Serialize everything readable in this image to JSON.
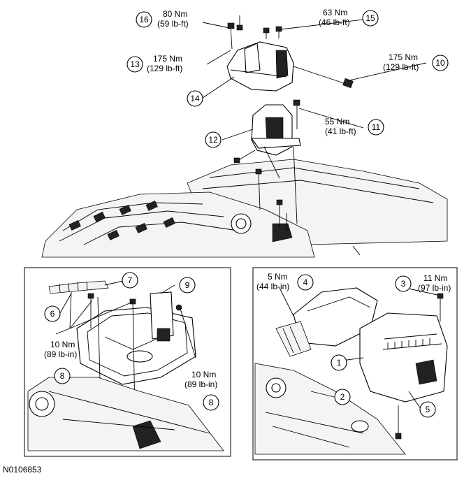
{
  "figure_id": "N0106853",
  "callouts": [
    {
      "id": "c16",
      "number": "16",
      "torque": "80 Nm",
      "imperial": "(59 lb-ft)"
    },
    {
      "id": "c15",
      "number": "15",
      "torque": "63 Nm",
      "imperial": "(46 lb-ft)"
    },
    {
      "id": "c13",
      "number": "13",
      "torque": "175 Nm",
      "imperial": "(129 lb-ft)"
    },
    {
      "id": "c10",
      "number": "10",
      "torque": "175 Nm",
      "imperial": "(129 lb-ft)"
    },
    {
      "id": "c14",
      "number": "14",
      "torque": "",
      "imperial": ""
    },
    {
      "id": "c11",
      "number": "11",
      "torque": "55 Nm",
      "imperial": "(41 lb-ft)"
    },
    {
      "id": "c12",
      "number": "12",
      "torque": "",
      "imperial": ""
    },
    {
      "id": "c7",
      "number": "7",
      "torque": "",
      "imperial": ""
    },
    {
      "id": "c9",
      "number": "9",
      "torque": "",
      "imperial": ""
    },
    {
      "id": "c6",
      "number": "6",
      "torque": "",
      "imperial": ""
    },
    {
      "id": "c8a",
      "number": "8",
      "torque": "10 Nm",
      "imperial": "(89 lb-in)"
    },
    {
      "id": "c8b",
      "number": "8",
      "torque": "10 Nm",
      "imperial": "(89 lb-in)"
    },
    {
      "id": "c4",
      "number": "4",
      "torque": "5 Nm",
      "imperial": "(44 lb-in)"
    },
    {
      "id": "c3",
      "number": "3",
      "torque": "11 Nm",
      "imperial": "(97 lb-in)"
    },
    {
      "id": "c1",
      "number": "1",
      "torque": "",
      "imperial": ""
    },
    {
      "id": "c2",
      "number": "2",
      "torque": "",
      "imperial": ""
    },
    {
      "id": "c5",
      "number": "5",
      "torque": "",
      "imperial": ""
    }
  ]
}
